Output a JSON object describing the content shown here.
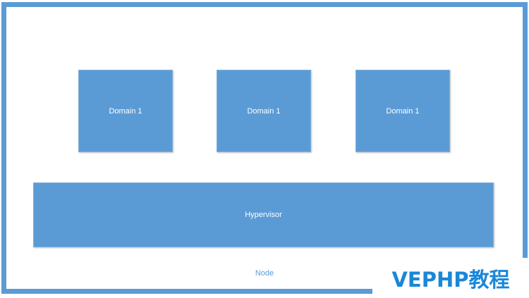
{
  "diagram": {
    "domains": [
      {
        "label": "Domain 1"
      },
      {
        "label": "Domain 1"
      },
      {
        "label": "Domain 1"
      }
    ],
    "hypervisor": {
      "label": "Hypervisor"
    },
    "node": {
      "label": "Node"
    }
  },
  "watermark": {
    "text": "VEPHP教程"
  },
  "colors": {
    "box_fill": "#5b9bd5",
    "frame": "#5b9bd5",
    "watermark_text": "#1a87d8"
  }
}
